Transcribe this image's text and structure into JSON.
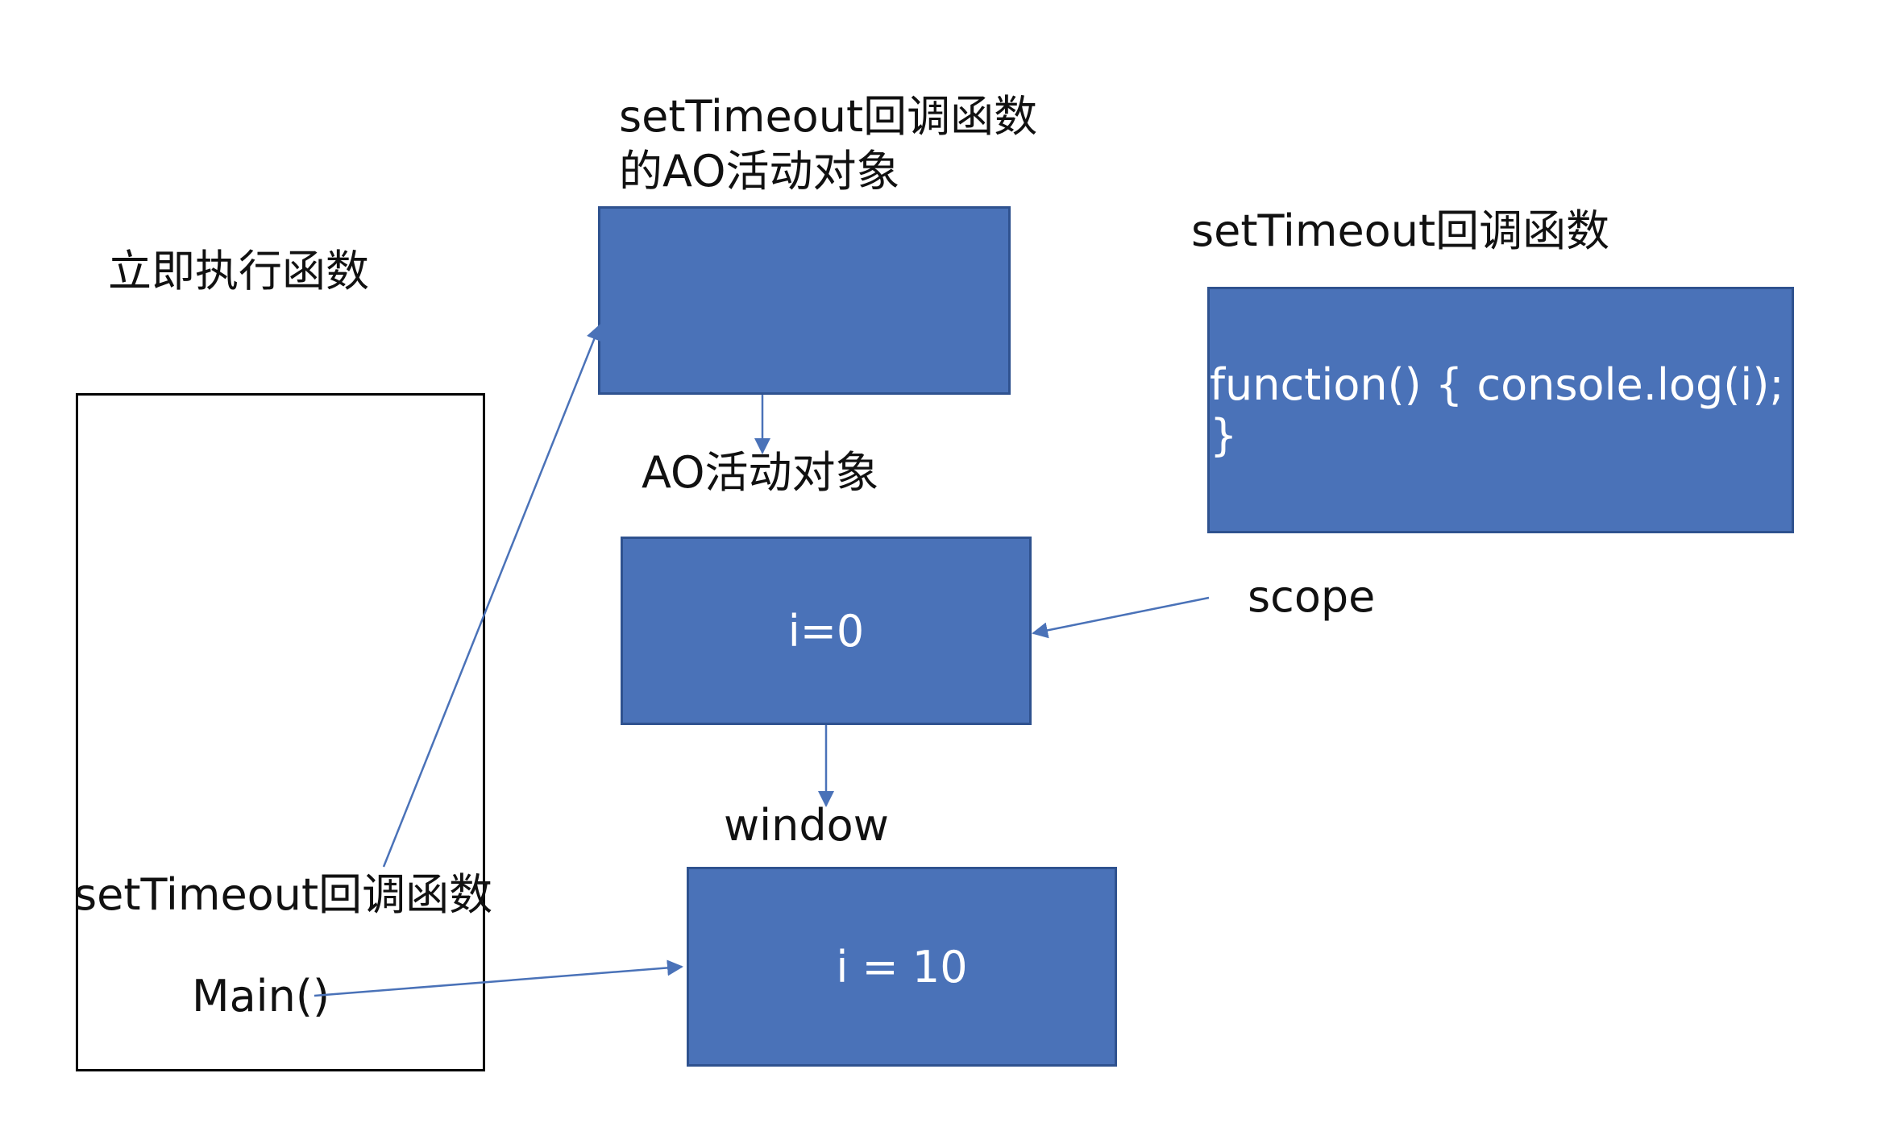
{
  "labels": {
    "iife": "立即执行函数",
    "cb_ao_line1": "setTimeout回调函数",
    "cb_ao_line2": "的AO活动对象",
    "cb_title_right": "setTimeout回调函数",
    "ao": "AO活动对象",
    "scope": "scope",
    "window": "window",
    "stack_cb": "setTimeout回调函数",
    "stack_main": "Main()"
  },
  "boxes": {
    "cb_ao": "",
    "function_code": "function() { console.log(i); }",
    "ao_value": "i=0",
    "window_value": "i = 10"
  },
  "colors": {
    "box_fill": "#4a72b8",
    "box_border": "#2f528f",
    "arrow": "#4a72b8"
  }
}
